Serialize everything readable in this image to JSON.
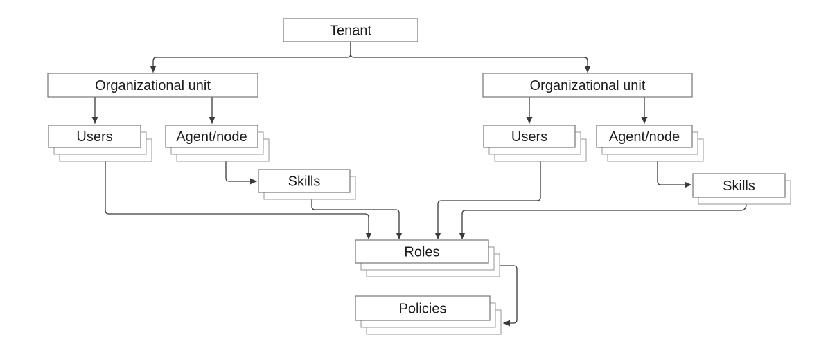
{
  "page": {
    "background": "#ffffff"
  },
  "diagram": {
    "nodes": [
      {
        "id": "tenant",
        "label": "Tenant",
        "stack": 1
      },
      {
        "id": "ou_left",
        "label": "Organizational unit",
        "stack": 1
      },
      {
        "id": "users_left",
        "label": "Users",
        "stack": 3
      },
      {
        "id": "agent_left",
        "label": "Agent/node",
        "stack": 3
      },
      {
        "id": "skills_left",
        "label": "Skills",
        "stack": 2
      },
      {
        "id": "ou_right",
        "label": "Organizational unit",
        "stack": 1
      },
      {
        "id": "users_right",
        "label": "Users",
        "stack": 3
      },
      {
        "id": "agent_right",
        "label": "Agent/node",
        "stack": 3
      },
      {
        "id": "skills_right",
        "label": "Skills",
        "stack": 2
      },
      {
        "id": "roles",
        "label": "Roles",
        "stack": 3
      },
      {
        "id": "policies",
        "label": "Policies",
        "stack": 3
      }
    ],
    "edges": [
      {
        "from": "tenant",
        "to": "ou_left"
      },
      {
        "from": "tenant",
        "to": "ou_right"
      },
      {
        "from": "ou_left",
        "to": "users_left"
      },
      {
        "from": "ou_left",
        "to": "agent_left"
      },
      {
        "from": "agent_left",
        "to": "skills_left"
      },
      {
        "from": "ou_right",
        "to": "users_right"
      },
      {
        "from": "ou_right",
        "to": "agent_right"
      },
      {
        "from": "agent_right",
        "to": "skills_right"
      },
      {
        "from": "users_left",
        "to": "roles"
      },
      {
        "from": "skills_left",
        "to": "roles"
      },
      {
        "from": "users_right",
        "to": "roles"
      },
      {
        "from": "skills_right",
        "to": "roles"
      },
      {
        "from": "roles",
        "to": "policies"
      }
    ],
    "colors": {
      "box_fill": "#ffffff",
      "box_border": "#757575",
      "stack_border": "#9e9e9e",
      "connector": "#3a3a3a",
      "text": "#1c1c1c"
    }
  }
}
